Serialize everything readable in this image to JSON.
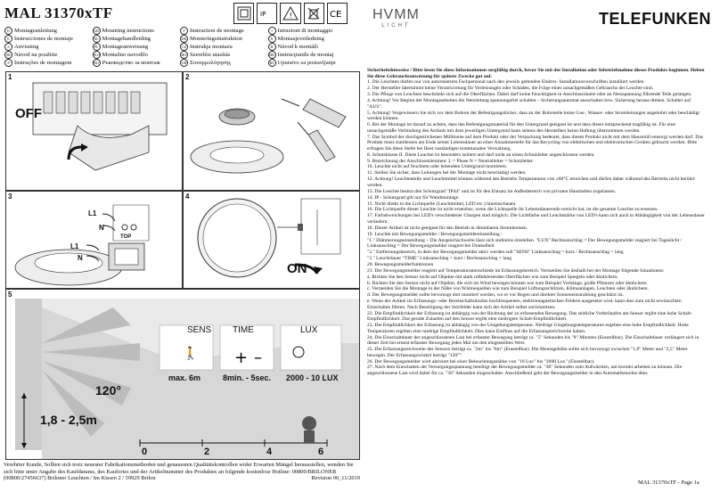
{
  "header": {
    "model_title": "MAL 31370xTF",
    "hvmm_logo": "HVMM",
    "hvmm_sub": "LICHT",
    "brand": "TELEFUNKEN"
  },
  "languages": [
    {
      "code": "D",
      "label": "Montageanleitung"
    },
    {
      "code": "GB",
      "label": "Mounting instructions"
    },
    {
      "code": "F",
      "label": "Instruction de montage"
    },
    {
      "code": "I",
      "label": "Istruzioni di montaggio"
    },
    {
      "code": "E",
      "label": "Instrucciones de montaje"
    },
    {
      "code": "NL",
      "label": "Montagehandleiding"
    },
    {
      "code": "DK",
      "label": "Monteringsinstruktion"
    },
    {
      "code": "N",
      "label": "Montasjeveiledning"
    },
    {
      "code": "S",
      "label": "Anvisning"
    },
    {
      "code": "PL",
      "label": "Montageanweisung"
    },
    {
      "code": "CZ",
      "label": "Instrukja montazu"
    },
    {
      "code": "H",
      "label": "Návod k montáži"
    },
    {
      "code": "SK",
      "label": "Návod na použitie"
    },
    {
      "code": "SLO",
      "label": "Montažno navodilo"
    },
    {
      "code": "RO",
      "label": "Szerelési utasítás"
    },
    {
      "code": "HR",
      "label": "Instrucţiunile de montaj"
    },
    {
      "code": "P",
      "label": "Instruções de montagem"
    },
    {
      "code": "BG",
      "label": "Ръководство за монтаж"
    },
    {
      "code": "GR",
      "label": "Συναρμολόγησης"
    },
    {
      "code": "RS",
      "label": "Uputstvo za postavljanje"
    }
  ],
  "panels": {
    "p1": {
      "num": "1",
      "off_label": "OFF"
    },
    "p2": {
      "num": "2"
    },
    "p3": {
      "num": "3",
      "l1": "L1",
      "n": "N",
      "l1b": "L1",
      "nb": "N",
      "top": "TOP"
    },
    "p4": {
      "num": "4",
      "on_label": "ON"
    },
    "p5": {
      "num": "5",
      "angle": "120°",
      "height": "1,8 - 2,5m",
      "sens_title": "SENS",
      "sens_value": "max. 6m",
      "time_title": "TIME",
      "time_value": "8min. - 5sec.",
      "lux_title": "LUX",
      "lux_value": "2000 - 10 LUX",
      "ticks": [
        "0",
        "2",
        "4",
        "6"
      ]
    }
  },
  "instructions": {
    "intro": "Sicherheitshinweise / Bitte lesen Sie diese Informationen sorgfältig durch, bevor Sie mit der Installation oder Inbetriebnahme dieses Produkts beginnen. Heben Sie diese Gebrauchsanweisung für spätere Zwecke gut auf.",
    "items": [
      "1. Die Leuchten dürfen nur von autorisiertem Fachpersonal nach den jeweils geltenden Elektro- Installationsvorschriften installiert werden.",
      "2. Der Hersteller übernimmt keine Verantwortung für Verletzungen oder Schäden, die Folge eines unsachgemäßen Gebrauchs der Leuchte sind.",
      "3. Die Pflege von Leuchten beschränkt sich auf die Oberflächen. Dabei darf keine Feuchtigkeit in Anschlussräume oder an Netzspannung führende Teile gelangen.",
      "4. Achtung! Vor Beginn der Montagearbeiten die Netzleitung spannungsfrei schalten – Sicherungsautomat ausschalten bzw. Sicherung heraus drehen. Schalter auf \"AUS\".",
      "5. Achtung! Vergewissern Sie sich vor dem Bohren der Befestigungslöcher, dass an der Bohrstelle keine Gas-, Wasser- oder Stromleitungen angebohrt oder beschädigt werden können.",
      "6. Bei der Montage ist darauf zu achten, dass das Befestigungsmaterial für den Untergrund geeignet ist und dass dieser entsprechend tragfähig ist. Für eine unsachgemäße Verbindung des Artikels mit dem jeweiligen Untergrund kann seitens des Herstellers keine Haftung übernommen werden.",
      "7. Das Symbol der durchgestrichenen Mülltonne auf dem Produkt oder der Verpackung bedeutet, dass dieses Produkt nicht mit dem Hausmüll entsorgt werden darf. Das Produkt muss stattdessen am Ende seiner Lebensdauer an einer Annahmestelle für das Recycling von elektrischen und elektronischen Geräten gebracht werden. Bitte erfragen Sie diese Stelle bei Ihrer zuständigen kommunalen Verwaltung.",
      "8. Schutzklasse II. Diese Leuchte ist besonders isoliert und darf nicht an einen Schutzleiter angeschlossen werden.",
      "9. Bezeichnung der Anschlussklemmen: L = Phase N = Neutralleiter = Schutzleiter.",
      "10. Leuchte nicht auf feuchtem oder leitendem Untergrund montieren.",
      "11. Stellen Sie sicher, dass Leitungen bei der Montage nicht beschädigt werden.",
      "12. Achtung! Leuchtenteile und Leuchtmittel können während des Betriebs Temperaturen von ≥60°C erreichen und dürfen daher während des Betriebs nicht berührt werden.",
      "13. Die Leuchte besitzt den Schutzgrad \"IP44\" und ist für den Einsatz im Außenbereich von privaten Haushalten zugelassen.",
      "14. IP - Schutzgrad gilt nur für Wandmontage.",
      "15. Nicht direkt in die Lichtquelle (Leuchtmittel, LED etc.) hineinschauen.",
      "16. Die Lichtquelle dieser Leuchte ist nicht ersetzbar; wenn die Lichtquelle ihr Lebensdauerende erreicht hat, ist die gesamte Leuchte zu ersetzen.",
      "17. Farbabweichungen bei LED's verschiedener Chargen sind möglich. Die Lichtfarbe und Leuchtstärke von LED's kann sich auch in Abhängigkeit von der Lebensdauer verändern.",
      "18. Dieser Artikel ist nicht geeignet für den Betrieb in dimmbaren Stromkreisen.",
      "19. Leuchte mit Bewegungsmelder / Bewegungsmeldereinstellung :",
      "\"1.\" Dämmerungseinstellung – Die Ansprechschwelle lässt sich stufenlos einstellen. \"LUX\" Rechtsanschlag = Der Bewegungsmelder reagiert bei Tageslicht / Linksanschlag = Der Bewegungsmelder reagiert bei Dunkelheit",
      "\"2.\" Entfernungsbereich, in dem der Bewegungsmelder aktiv werden soll \"SENS\" Linksanschlag = kurz / Rechtsanschlag = lang",
      "\"3.\" Leuchtdauer \"TIME\" Linksanschlag = kurz / Rechtsanschlag = lang",
      "20. Bewegungsmelderfunktionen",
      "21. Der Bewegungsmelder reagiert auf Temperaturunterschiede im Erfassungsbereich. Vermeiden Sie deshalb bei der Montage folgende Situationen:",
      "a. Richten Sie den Sensor nicht auf Objekte mit stark reflektierenden Oberflächen wie zum Beispiel Spiegeln oder ähnlichem.",
      "b. Richten Sie den Sensor nicht auf Objekte, die sich im Wind bewegen können wie zum Beispiel Vorhänge, große Pflanzen oder ähnlichem.",
      "c. Vermeiden Sie die Montage in der Nähe von Wärmequellen wie zum Beispiel Lüftungsschlitzen, Klimaanlagen, Leuchten oder ähnlichem.",
      "d. Der Bewegungsmelder sollte bevorzugt dort montiert werden, wo er vor Regen und direkter Sonneneinstrahlung geschützt ist.",
      "e. Wenn der Artikel im Erfassungs- oder Bereitschaftsmodus hochfrequenten, elektromagnetischen Feldern ausgesetzt wird, kann dies zum nicht erwünschten Einschalten führen. Nach Beseitigung der Störfelder kann sich der Artikel selbst zurücksetzen.",
      "22. Die Empfindlichkeit der Erfassung ist abhängig von der Richtung der zu erfassenden Bewegung. Das seitliche Vorbeilaufen am Sensor ergibt eine hohe Schalt-Empfindlichkeit. Das gerade Zulaufen auf den Sensor ergibt eine niedrigere Schalt-Empfindlichkeit.",
      "23. Die Empfindlichkeit der Erfassung ist abhängig von der Umgebungstemperatur. Niedrige Umgebungstemperaturen ergeben eine hohe Empfindlichkeit. Hohe Temperaturen ergeben eine niedrige Empfindlichkeit. Dies kann Einfluss auf die Erfassungsreichweite haben.",
      "24. Die Einschaltdauer der angeschlossenen Last bei erfasster Bewegung beträgt ca. \"5\" Sekunden bis \"8\" Minuten (Einstellbar). Die Einschaltdauer verlängert sich in dieser Zeit bei erneut erfasster Bewegung jedes Mal um den eingestellten Wert.",
      "25. Die Erfassungsreichweite des Sensors beträgt ca. \"2m\" bis \"6m\" (Einstellbar). Die Montagehöhe sollte sich bevorzugt zwischen \"1,8\" Meter und \"2,5\" Meter bewegen. Der Erfassungswinkel beträgt \"120°\".",
      "26. Der Bewegungsmelder wird aktiviert bei einer Beleuchtungsstärke von \"10 Lux\" bis \"2000 Lux\" (Einstellbar).",
      "27. Nach dem Einschalten der Versorgungsspannung benötigt der Bewegungsmelder ca. \"30\" Sekunden zum Aufwärmen, um korrekt arbeiten zu können. Die angeschlossene Last wird dabei für ca. \"30\" Sekunden eingeschaltet. Anschließend geht der Bewegungsmelder in den Automatikmodus über."
    ]
  },
  "footer": {
    "text": "Verehrter Kunde, Sollten sich trotz neuester Fabrikationsmethoden und genauesten Qualitätskontrollen wider Erwarten Mängel herausstellen, wenden Sie sich bitte unter Angabe des Kaufdatums, des Kaufortes und der Artikelnummer des Produktes an folgende kostenlose Hotline: 00800/BRILONER (00800/27456637) Briloner Leuchten / Im Kissen 2 / 59929 Brilon",
    "revision": "Revision 00_11/2019",
    "page": "MAL 31370xTF - Page 1a"
  }
}
